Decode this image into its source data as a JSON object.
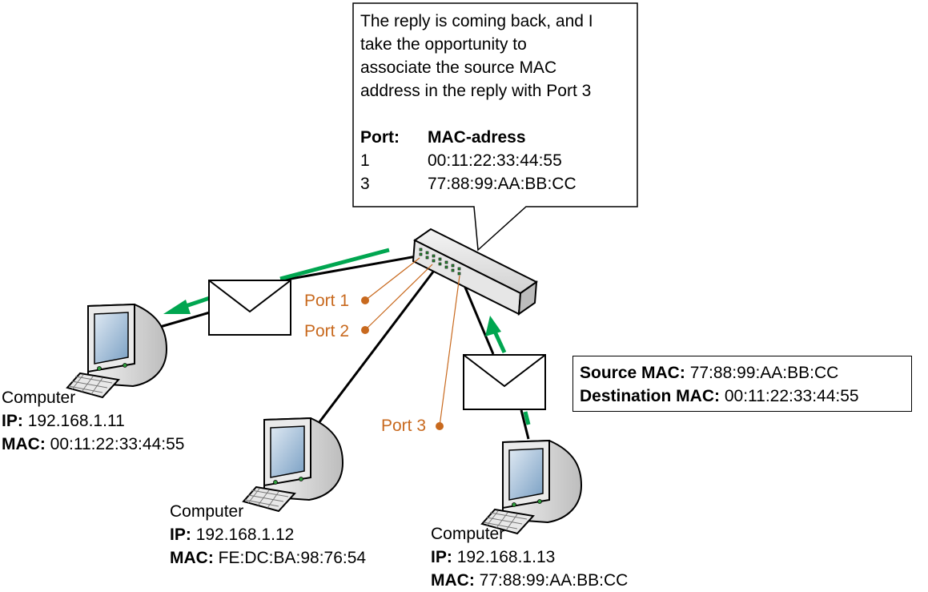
{
  "callout": {
    "line1": "The reply is coming back, and I",
    "line2": "take the opportunity to",
    "line3": "associate the source MAC",
    "line4": "address in the reply with Port 3",
    "table": {
      "header_port": "Port:",
      "header_mac": "MAC-adress",
      "rows": [
        {
          "port": "1",
          "mac": "00:11:22:33:44:55"
        },
        {
          "port": "3",
          "mac": "77:88:99:AA:BB:CC"
        }
      ]
    }
  },
  "ports": {
    "port1": "Port 1",
    "port2": "Port 2",
    "port3": "Port 3"
  },
  "frame_info": {
    "source_label": "Source MAC:",
    "source_value": "77:88:99:AA:BB:CC",
    "dest_label": "Destination MAC:",
    "dest_value": "00:11:22:33:44:55"
  },
  "computers": [
    {
      "name": "Computer",
      "ip_label": "IP:",
      "ip": "192.168.1.11",
      "mac_label": "MAC:",
      "mac": "00:11:22:33:44:55"
    },
    {
      "name": "Computer",
      "ip_label": "IP:",
      "ip": "192.168.1.12",
      "mac_label": "MAC:",
      "mac": "FE:DC:BA:98:76:54"
    },
    {
      "name": "Computer",
      "ip_label": "IP:",
      "ip": "192.168.1.13",
      "mac_label": "MAC:",
      "mac": "77:88:99:AA:BB:CC"
    }
  ],
  "colors": {
    "arrow": "#00A650",
    "port_label": "#C8691E",
    "line": "#000000"
  }
}
